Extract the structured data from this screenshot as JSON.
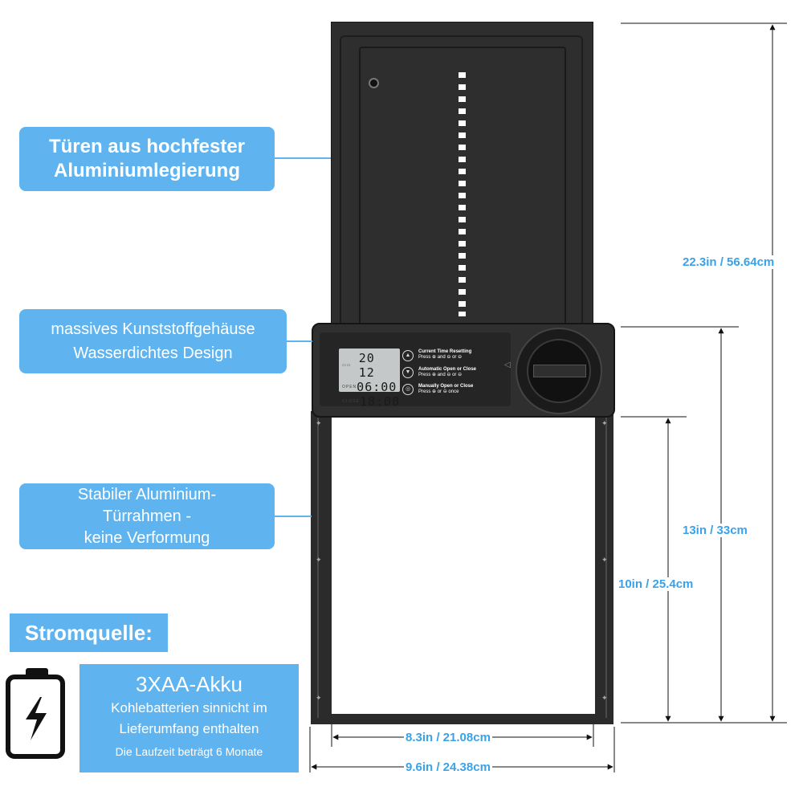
{
  "callouts": {
    "door": [
      "Türen aus hochfester",
      "Aluminiumlegierung"
    ],
    "housing": [
      "massives Kunststoffgehäuse",
      "Wasserdichtes Design"
    ],
    "frame": [
      "Stabiler Aluminium-",
      "Türrahmen -",
      "keine Verformung"
    ]
  },
  "power": {
    "title": "Stromquelle:",
    "battery_title": "3XAA-Akku",
    "battery_lines": [
      "Kohlebatterien sinnicht im",
      "Lieferumfang enthalten"
    ],
    "runtime": "Die Laufzeit beträgt 6 Monate"
  },
  "dimensions": {
    "total_height": "22.3in / 56.64cm",
    "frame_height": "13in / 33cm",
    "opening_height": "10in / 25.4cm",
    "opening_width": "8.3in / 21.08cm",
    "total_width": "9.6in / 24.38cm"
  },
  "lcd": {
    "row1": "20 12",
    "row2": "06:00",
    "row3": "18:00",
    "row2_tag": "OPEN",
    "row3_tag": "CLOSE"
  },
  "instructions": [
    {
      "title": "Current Time Resetting",
      "detail": "Press ⊕ and ⊖ or ⊖"
    },
    {
      "title": "Automatic Open or Close",
      "detail": "Press ⊕ and ⊖ or ⊖"
    },
    {
      "title": "Manually Open or Close",
      "detail": "Press ⊕ or ⊖ once"
    }
  ],
  "colors": {
    "accent": "#5fb4f0",
    "dimension_text": "#39a2e8",
    "device": "#2b2b2b"
  }
}
